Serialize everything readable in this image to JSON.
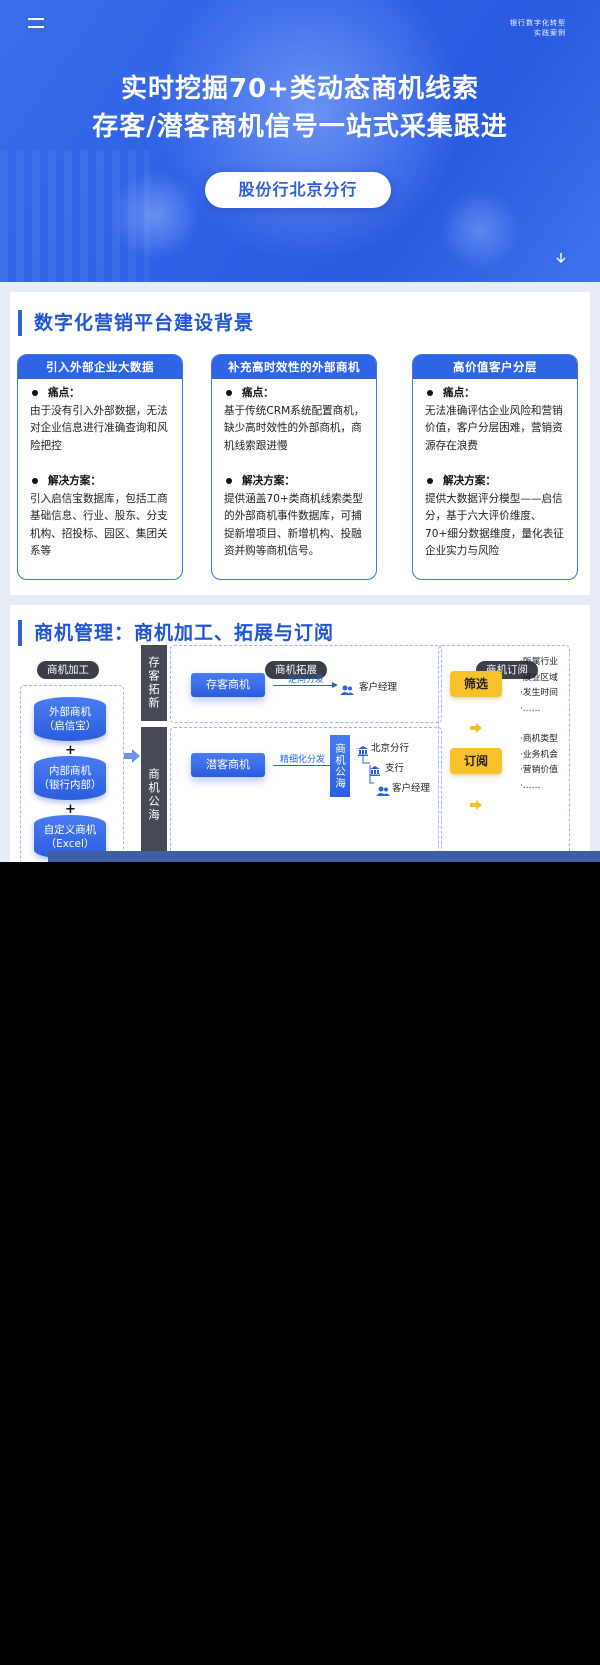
{
  "header": {
    "brand_line1": "银行数字化转型",
    "brand_line2": "实践案例",
    "title_line1": "实时挖掘70+类动态商机线索",
    "title_line2": "存客/潜客商机信号一站式采集跟进",
    "bank_name": "股份行北京分行"
  },
  "background_section": {
    "title": "数字化营销平台建设背景",
    "boxes": [
      {
        "heading": "引入外部企业大数据",
        "pain_label": "痛点：",
        "pain_text": "由于没有引入外部数据，无法对企业信息进行准确查询和风险把控",
        "solution_label": "解决方案：",
        "solution_text": "引入启信宝数据库，包括工商基础信息、行业、股东、分支机构、招投标、园区、集团关系等"
      },
      {
        "heading": "补充高时效性的外部商机",
        "pain_label": "痛点：",
        "pain_text": "基于传统CRM系统配置商机，缺少高时效性的外部商机，商机线索跟进慢",
        "solution_label": "解决方案：",
        "solution_text": "提供涵盖70+类商机线索类型的外部商机事件数据库，可捕捉新增项目、新增机构、投融资并购等商机信号。"
      },
      {
        "heading": "高价值客户分层",
        "pain_label": "痛点：",
        "pain_text": "无法准确评估企业风险和营销价值，客户分层困难，营销资源存在浪费",
        "solution_label": "解决方案：",
        "solution_text": "提供大数据评分模型——启信分，基于六大评价维度、70+细分数据维度，量化表征企业实力与风险"
      }
    ]
  },
  "management_section": {
    "title": "商机管理：商机加工、拓展与订阅",
    "tags": {
      "process": "商机加工",
      "expand": "商机拓展",
      "subscribe": "商机订阅"
    },
    "sources": [
      {
        "line1": "外部商机",
        "line2": "（启信宝）"
      },
      {
        "line1": "内部商机",
        "line2": "（银行内部）"
      },
      {
        "line1": "自定义商机",
        "line2": "（Excel）"
      }
    ],
    "plus": "+",
    "row1": {
      "label": "存客拓新",
      "button": "存客商机",
      "arrow": "定向分发",
      "target": "客户经理"
    },
    "row2": {
      "label": "商机公海",
      "button": "潜客商机",
      "arrow": "精细化分发",
      "pool": "商机公海",
      "branch": "北京分行",
      "sub_branch": "支行",
      "manager": "客户经理"
    },
    "subscribe": {
      "filter": "筛选",
      "filter_items": [
        "·所属行业",
        "·展业区域",
        "·发生时间",
        "·……"
      ],
      "order": "订阅",
      "order_items": [
        "·商机类型",
        "·业务机会",
        "·营销价值",
        "·……"
      ]
    }
  },
  "colors": {
    "primary": "#2c61e4",
    "accent_yellow": "#f7c12a",
    "dark_tag": "#3a3f4a"
  },
  "icons": [
    "menu-icon",
    "arrow-down-icon",
    "person-icon",
    "bank-icon",
    "arrow-right-icon"
  ]
}
